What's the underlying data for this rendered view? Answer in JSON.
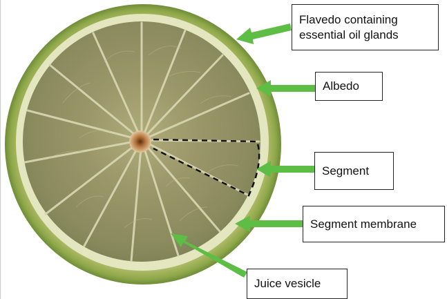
{
  "labels": {
    "flavedo": {
      "line1": "Flavedo containing",
      "line2": "essential oil glands"
    },
    "albedo": "Albedo",
    "segment": "Segment",
    "segment_membrane": "Segment membrane",
    "juice_vesicle": "Juice vesicle"
  },
  "colors": {
    "arrow": "#5ebd45",
    "rind": "#c2c87a",
    "albedo": "#e6e9c2",
    "pulp": "#8f8f62",
    "membrane": "#dad9b6",
    "core": "#c99a5d",
    "dashed_outline": "#111111"
  }
}
